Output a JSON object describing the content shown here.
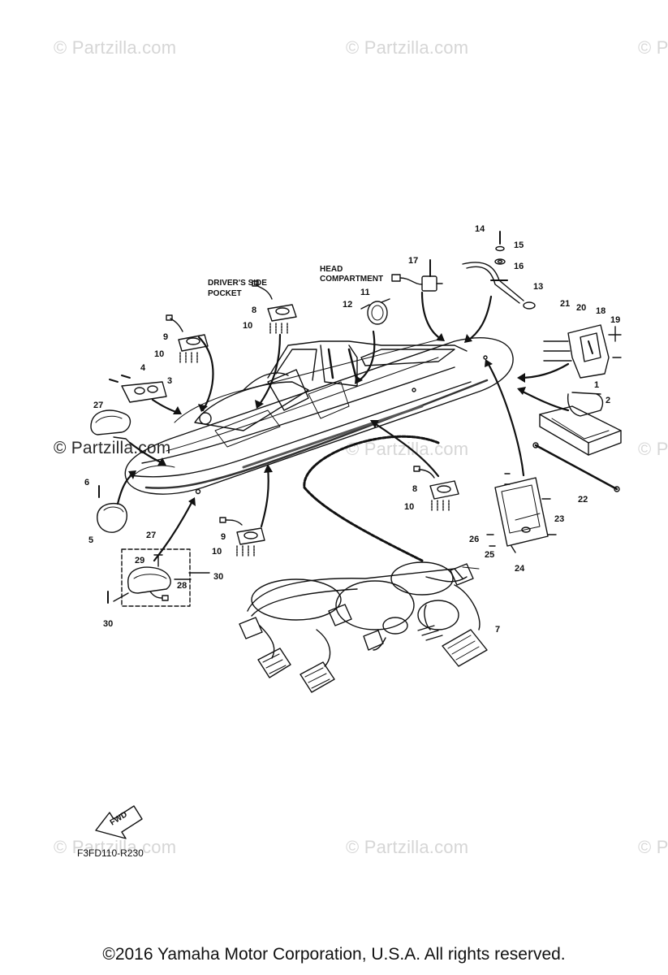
{
  "watermarks": {
    "top_left": "© Partzilla.com",
    "top_center": "© Partzilla.com",
    "top_right": "© P",
    "mid_left": "© Partzilla.com",
    "mid_center": "© Partzilla.com",
    "mid_right": "© P",
    "bottom_left": "© Partzilla.com",
    "bottom_center": "© Partzilla.com",
    "bottom_right": "© P"
  },
  "labels": {
    "drivers_side_pocket_1": "DRIVER'S SIDE",
    "drivers_side_pocket_2": "POCKET",
    "head_compartment_1": "HEAD",
    "head_compartment_2": "COMPARTMENT",
    "fwd": "FWD"
  },
  "callouts": [
    "1",
    "2",
    "3",
    "4",
    "5",
    "6",
    "7",
    "8",
    "9",
    "10",
    "11",
    "12",
    "13",
    "14",
    "15",
    "16",
    "17",
    "18",
    "19",
    "20",
    "21",
    "22",
    "23",
    "24",
    "25",
    "26",
    "27",
    "28",
    "29",
    "30"
  ],
  "part_code": "F3FD110-R230",
  "copyright": "©2016  Yamaha Motor Corporation, U.S.A. All rights reserved."
}
